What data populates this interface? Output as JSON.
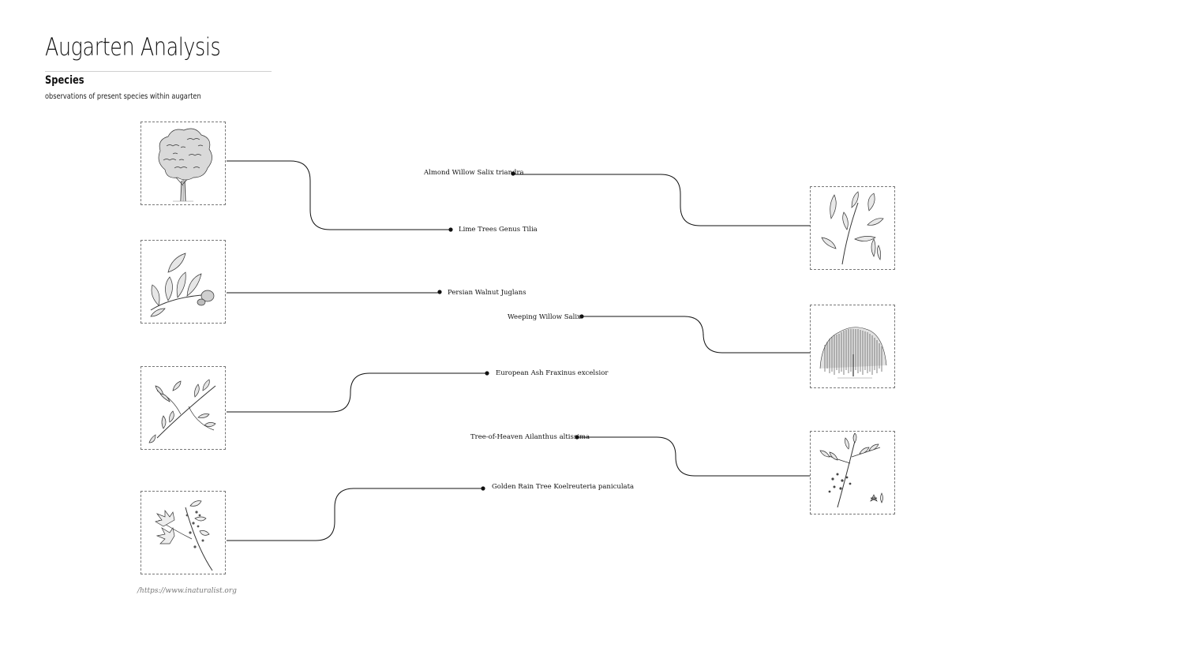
{
  "header": {
    "title": "Augarten Analysis",
    "subtitle": "Species",
    "description": "observations of present species within augarten"
  },
  "source": "/https://www.inaturalist.org",
  "species": [
    {
      "id": "lime",
      "label": "Lime Trees Genus Tilia",
      "icon": "lime-tree-illustration-icon"
    },
    {
      "id": "walnut",
      "label": "Persian Walnut Juglans",
      "icon": "walnut-branch-illustration-icon"
    },
    {
      "id": "ash",
      "label": "European Ash Fraxinus excelsior",
      "icon": "ash-branch-illustration-icon"
    },
    {
      "id": "golden-rain",
      "label": "Golden Rain Tree Koelreuteria paniculata",
      "icon": "golden-rain-branch-illustration-icon"
    },
    {
      "id": "almond-willow",
      "label": "Almond Willow Salix triandra",
      "icon": "almond-willow-branch-illustration-icon"
    },
    {
      "id": "weeping-willow",
      "label": "Weeping Willow Salix",
      "icon": "weeping-willow-tree-illustration-icon"
    },
    {
      "id": "tree-of-heaven",
      "label": "Tree-of-Heaven Ailanthus altissima",
      "icon": "tree-of-heaven-branch-illustration-icon"
    }
  ]
}
